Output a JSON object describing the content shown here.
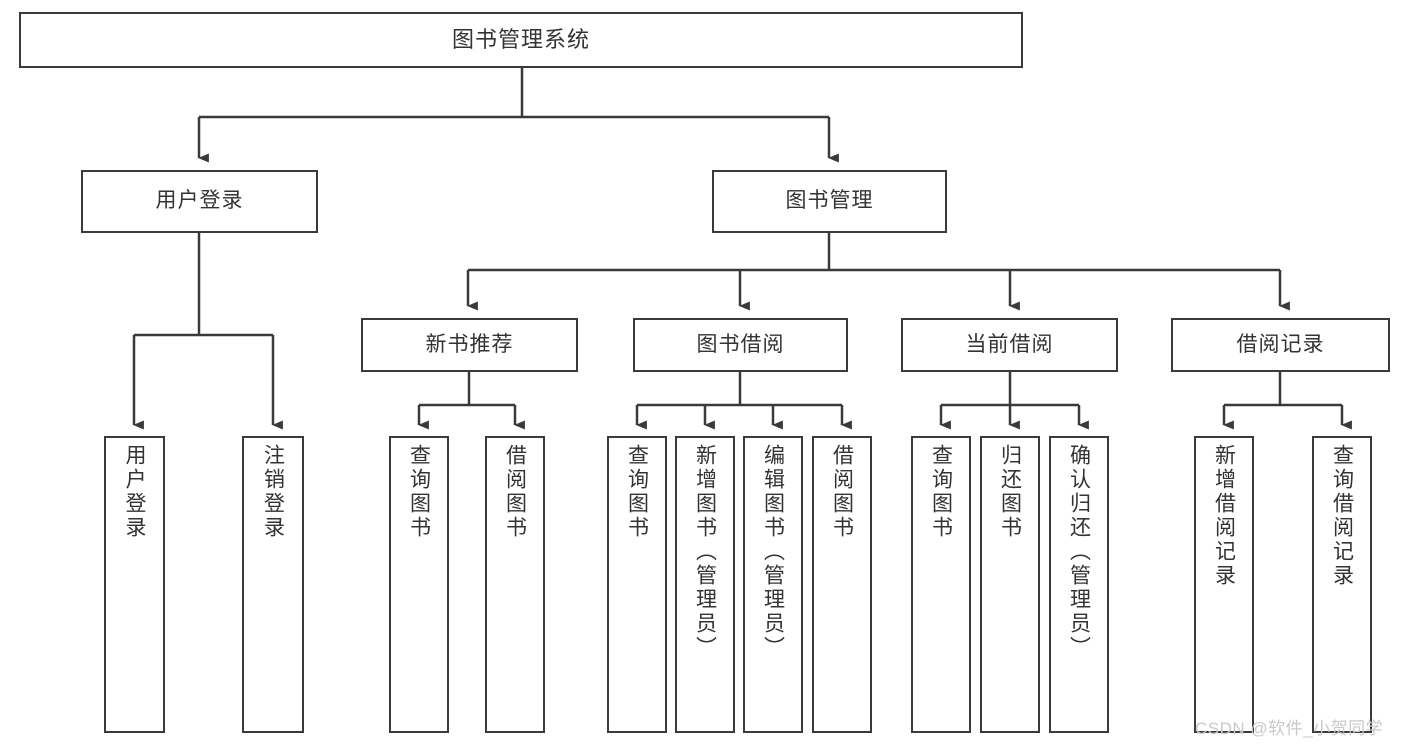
{
  "diagram": {
    "title": "图书管理系统",
    "type": "tree-hierarchy",
    "colors": {
      "box_border": "#3a3a3a",
      "box_fill": "#ffffff",
      "connector": "#3a3a3a",
      "text": "#333333",
      "watermark": "#c9c9c9",
      "background": "#ffffff"
    }
  },
  "nodes": {
    "root": {
      "label": "图书管理系统"
    },
    "tier1": [
      {
        "label": "用户登录"
      },
      {
        "label": "图书管理"
      }
    ],
    "tier2": [
      {
        "label": "新书推荐"
      },
      {
        "label": "图书借阅"
      },
      {
        "label": "当前借阅"
      },
      {
        "label": "借阅记录"
      }
    ],
    "leaves": {
      "user_login": [
        {
          "label": "用户登录"
        },
        {
          "label": "注销登录"
        }
      ],
      "new_book_recommend": [
        {
          "label": "查询图书"
        },
        {
          "label": "借阅图书"
        }
      ],
      "book_borrow": [
        {
          "label": "查询图书"
        },
        {
          "label": "新增图书（管理员）"
        },
        {
          "label": "编辑图书（管理员）"
        },
        {
          "label": "借阅图书"
        }
      ],
      "current_borrow": [
        {
          "label": "查询图书"
        },
        {
          "label": "归还图书"
        },
        {
          "label": "确认归还（管理员）"
        }
      ],
      "borrow_record": [
        {
          "label": "新增借阅记录"
        },
        {
          "label": "查询借阅记录"
        }
      ]
    }
  },
  "watermark": {
    "text": "CSDN @软件_小贺同学"
  }
}
